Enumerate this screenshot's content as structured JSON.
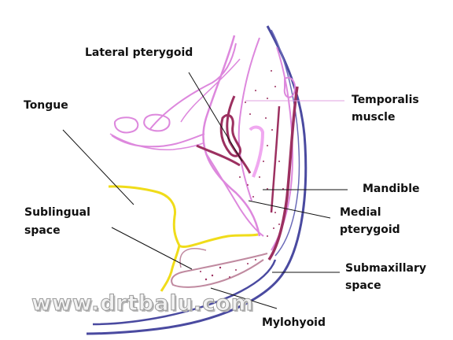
{
  "labels": {
    "lateral_pterygoid": "Lateral pterygoid",
    "tongue": "Tongue",
    "temporalis_line1": "Temporalis",
    "temporalis_line2": "muscle",
    "mandible": "Mandible",
    "sublingual_line1": "Sublingual",
    "sublingual_line2": "space",
    "medial_line1": "Medial",
    "medial_line2": "pterygoid",
    "submaxillary_line1": "Submaxillary",
    "submaxillary_line2": "space",
    "mylohyoid": "Mylohyoid"
  },
  "watermark": "www.drtbalu.com",
  "colors": {
    "muscle_outline": "#dd88dd",
    "muscle_dark": "#9c3060",
    "mandible_outline": "#4a4aa0",
    "sublingual_boundary": "#f0dc1a",
    "leader_line": "#111111"
  }
}
